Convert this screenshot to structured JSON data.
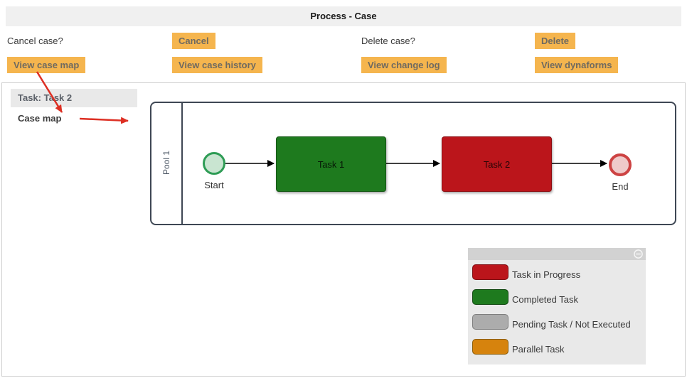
{
  "header": {
    "title": "Process - Case"
  },
  "actions": {
    "cancel_question": "Cancel case?",
    "cancel_label": "Cancel",
    "delete_question": "Delete case?",
    "delete_label": "Delete",
    "view_case_map": "View case map",
    "view_case_history": "View case history",
    "view_change_log": "View change log",
    "view_dynaforms": "View dynaforms"
  },
  "sidebar": {
    "task_header": "Task: Task 2",
    "case_map_label": "Case map"
  },
  "diagram": {
    "pool_label": "Pool 1",
    "start_label": "Start",
    "end_label": "End",
    "tasks": [
      {
        "label": "Task 1",
        "status": "completed",
        "fill": "#1e7a1e",
        "border": "#155715"
      },
      {
        "label": "Task 2",
        "status": "in-progress",
        "fill": "#bb151b",
        "border": "#8c1014"
      }
    ]
  },
  "legend": {
    "collapse_icon": "minus-circle",
    "items": [
      {
        "label": "Task in Progress",
        "fill": "#bb151b",
        "border": "#7f0e12"
      },
      {
        "label": "Completed Task",
        "fill": "#1e7a1e",
        "border": "#124912"
      },
      {
        "label": "Pending Task / Not Executed",
        "fill": "#acacac",
        "border": "#7e7e7e"
      },
      {
        "label": "Parallel Task",
        "fill": "#d6830d",
        "border": "#8a5c08"
      }
    ]
  },
  "colors": {
    "button_bg": "#f5b54e",
    "annotation_arrow": "#dd2f23",
    "titlebar_bg": "#f0f0f0"
  }
}
